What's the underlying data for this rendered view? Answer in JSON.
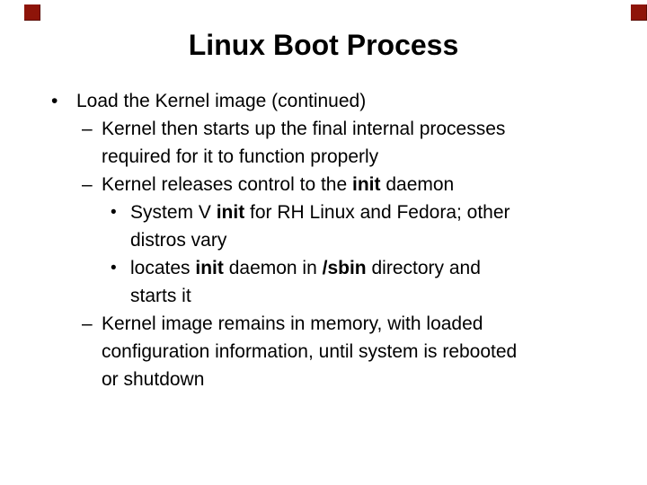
{
  "slide": {
    "title": "Linux Boot Process",
    "background_color": "#FFFFFF",
    "text_color": "#000000",
    "corner_square_fill": "#8E1409",
    "corner_square_border": "#5A0B04",
    "lines": [
      {
        "level": 1,
        "marker": "•",
        "segments": [
          {
            "t": "Load the Kernel image (continued)",
            "b": false
          }
        ]
      },
      {
        "level": 2,
        "marker": "–",
        "segments": [
          {
            "t": "Kernel then starts up the final internal processes",
            "b": false
          }
        ]
      },
      {
        "level": 2,
        "marker": null,
        "segments": [
          {
            "t": "required for it to function properly",
            "b": false
          }
        ]
      },
      {
        "level": 2,
        "marker": "–",
        "segments": [
          {
            "t": "Kernel releases control to the ",
            "b": false
          },
          {
            "t": "init",
            "b": true
          },
          {
            "t": " daemon",
            "b": false
          }
        ]
      },
      {
        "level": 3,
        "marker": "•",
        "segments": [
          {
            "t": "System V ",
            "b": false
          },
          {
            "t": "init",
            "b": true
          },
          {
            "t": " for RH Linux and Fedora; other",
            "b": false
          }
        ]
      },
      {
        "level": 3,
        "marker": null,
        "segments": [
          {
            "t": "distros vary",
            "b": false
          }
        ]
      },
      {
        "level": 3,
        "marker": "•",
        "segments": [
          {
            "t": "locates ",
            "b": false
          },
          {
            "t": "init",
            "b": true
          },
          {
            "t": " daemon in ",
            "b": false
          },
          {
            "t": "/sbin",
            "b": true
          },
          {
            "t": " directory and",
            "b": false
          }
        ]
      },
      {
        "level": 3,
        "marker": null,
        "segments": [
          {
            "t": "starts it",
            "b": false
          }
        ]
      },
      {
        "level": 2,
        "marker": "–",
        "segments": [
          {
            "t": "Kernel image remains in memory, with loaded",
            "b": false
          }
        ]
      },
      {
        "level": 2,
        "marker": null,
        "segments": [
          {
            "t": "configuration information, until system is rebooted",
            "b": false
          }
        ]
      },
      {
        "level": 2,
        "marker": null,
        "segments": [
          {
            "t": "or shutdown",
            "b": false
          }
        ]
      }
    ]
  }
}
